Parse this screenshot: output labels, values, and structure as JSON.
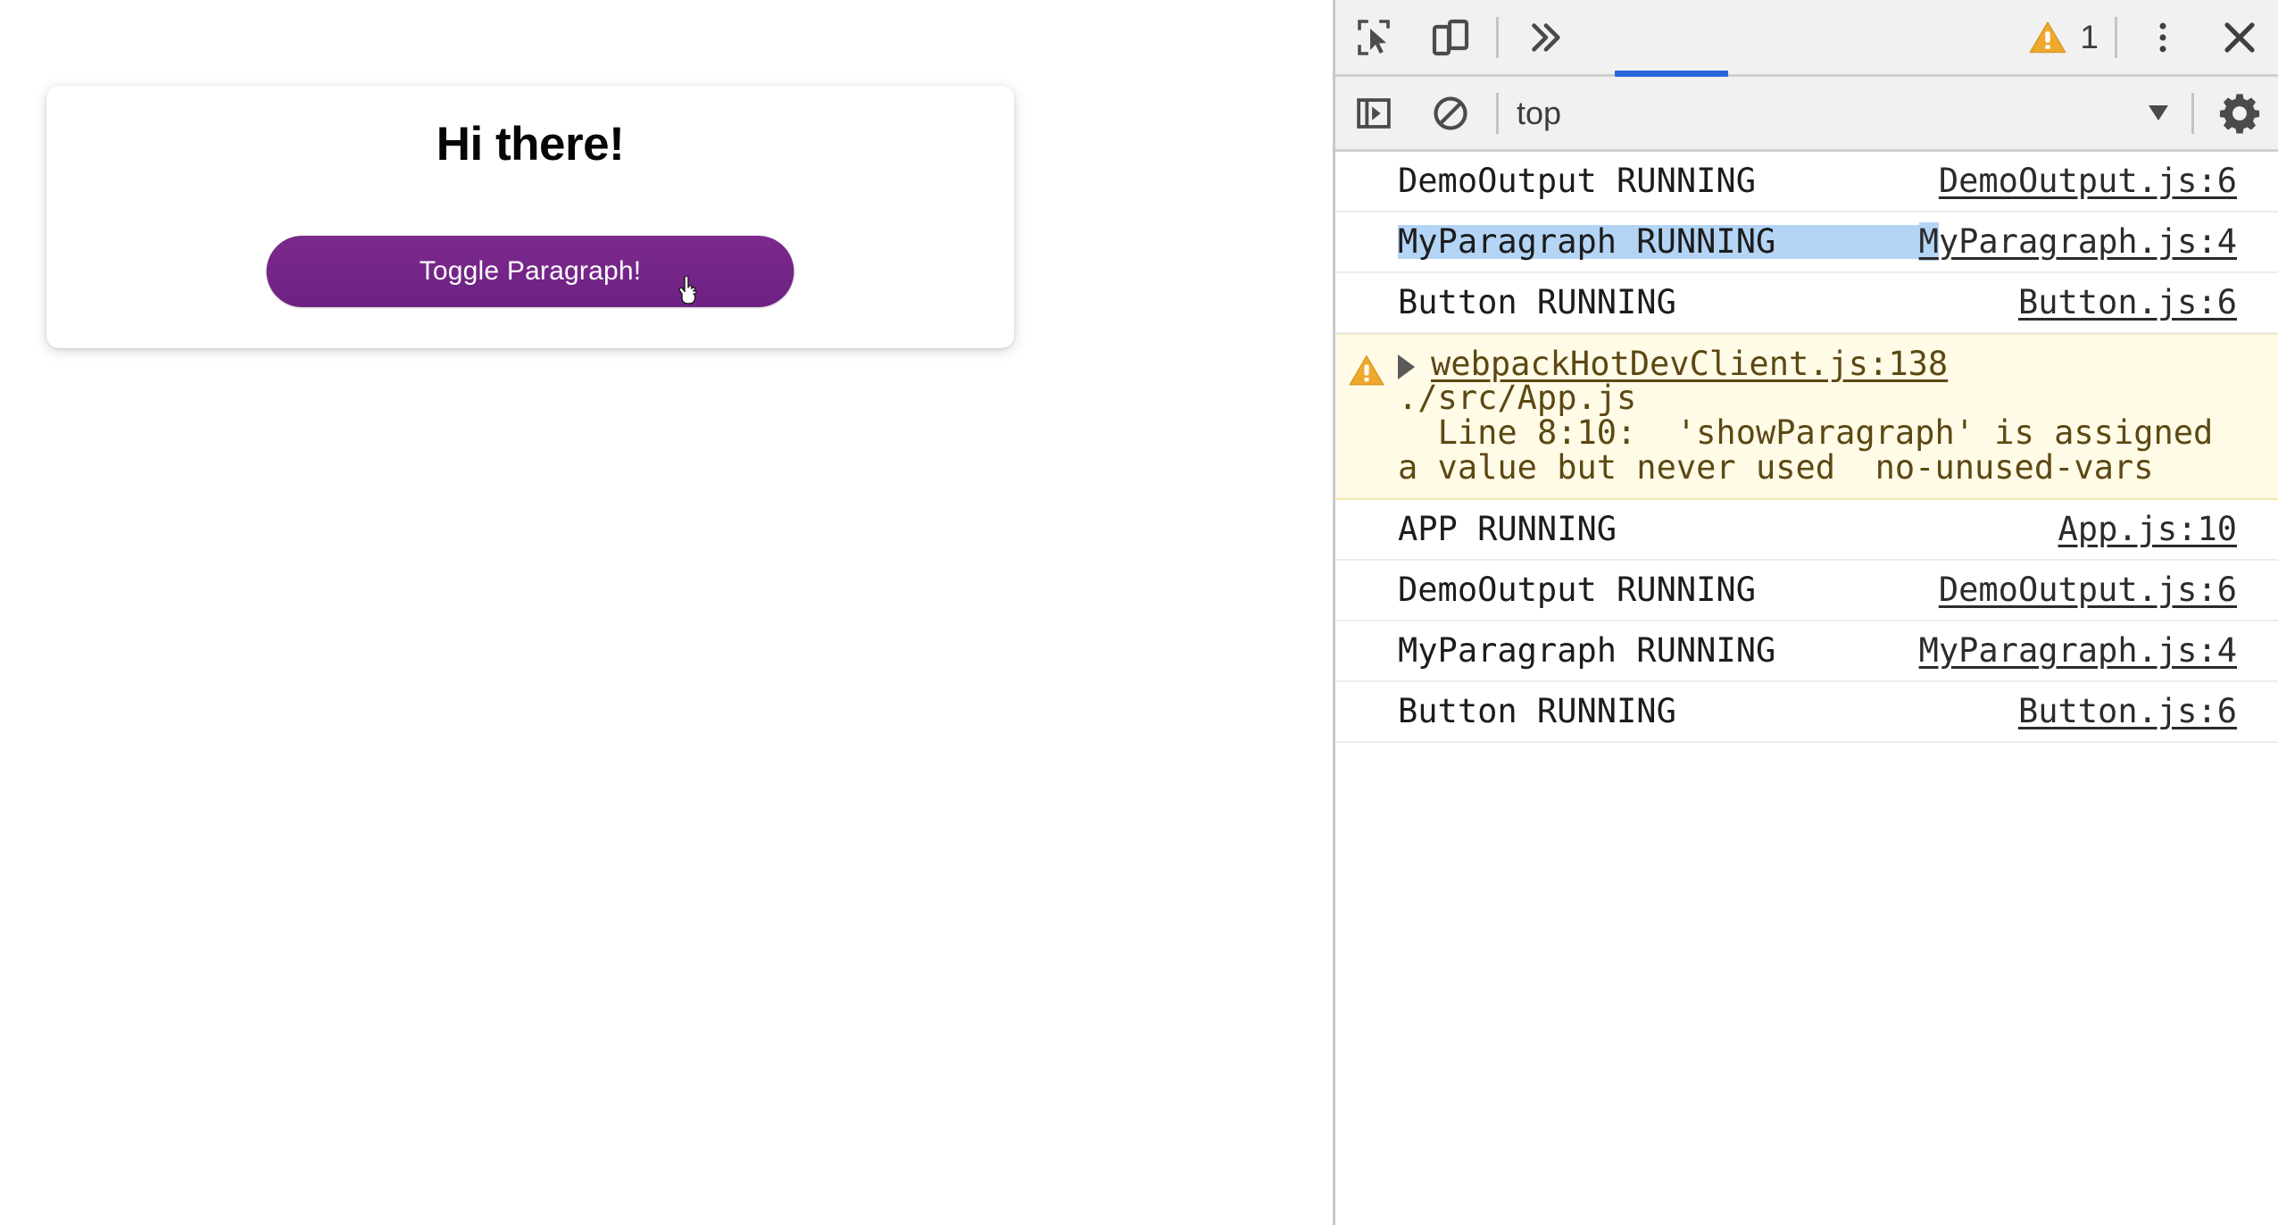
{
  "page": {
    "card": {
      "title": "Hi there!",
      "button_label": "Toggle Paragraph!"
    },
    "cursor_icon": "hand-pointer-cursor",
    "accent_color": "#73248B"
  },
  "devtools": {
    "toolbar": {
      "inspect_icon": "inspect-element-icon",
      "device_icon": "device-toolbar-icon",
      "overflow_label": "»",
      "warning_icon": "warning-triangle-icon",
      "warning_count": "1",
      "menu_icon": "kebab-menu-icon",
      "close_icon": "close-icon",
      "active_tab_color": "#2a66d9"
    },
    "filterbar": {
      "sidebar_icon": "console-sidebar-toggle-icon",
      "clear_icon": "clear-console-icon",
      "context_value": "top",
      "caret_icon": "chevron-down-icon",
      "settings_icon": "gear-icon"
    },
    "console": {
      "messages": [
        {
          "id": "demo-output-1",
          "kind": "log",
          "text": "DemoOutput RUNNING",
          "link": "DemoOutput.js:6",
          "selected": false
        },
        {
          "id": "my-paragraph-1",
          "kind": "log",
          "text": "MyParagraph RUNNING",
          "link": "MyParagraph.js:4",
          "selected": true
        },
        {
          "id": "button-1",
          "kind": "log",
          "text": "Button RUNNING",
          "link": "Button.js:6",
          "selected": false
        },
        {
          "id": "webpack-warning",
          "kind": "warning",
          "link": "webpackHotDevClient.js:138",
          "detail": "./src/App.js\n  Line 8:10:  'showParagraph' is assigned a value but never used  no-unused-vars",
          "selected": false
        },
        {
          "id": "app-1",
          "kind": "log",
          "text": "APP RUNNING",
          "link": "App.js:10",
          "selected": false
        },
        {
          "id": "demo-output-2",
          "kind": "log",
          "text": "DemoOutput RUNNING",
          "link": "DemoOutput.js:6",
          "selected": false
        },
        {
          "id": "my-paragraph-2",
          "kind": "log",
          "text": "MyParagraph RUNNING",
          "link": "MyParagraph.js:4",
          "selected": false
        },
        {
          "id": "button-2",
          "kind": "log",
          "text": "Button RUNNING",
          "link": "Button.js:6",
          "selected": false
        }
      ]
    }
  }
}
